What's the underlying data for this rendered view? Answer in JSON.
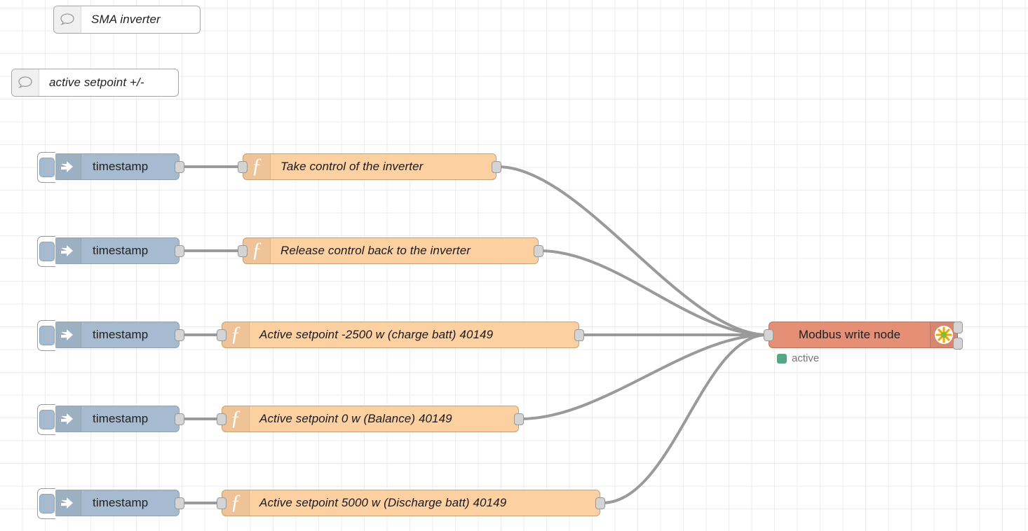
{
  "app": {
    "name": "Node-RED flow editor",
    "canvas_background": "#ffffff",
    "grid_color": "#ececec",
    "link_color": "#9a9a9a"
  },
  "palette": {
    "comment_color": "#ffffff",
    "inject_color": "#a6bbcf",
    "function_color": "#fdd0a2",
    "modbus_color": "#e58f77",
    "status_active_color": "#53a985"
  },
  "comments": [
    {
      "id": "comment-sma",
      "label": "SMA inverter",
      "icon": "comment-icon"
    },
    {
      "id": "comment-setpoint",
      "label": "active setpoint +/-",
      "icon": "comment-icon"
    }
  ],
  "inject_nodes": [
    {
      "id": "inject-1",
      "label": "timestamp",
      "icon": "inject-arrow-icon"
    },
    {
      "id": "inject-2",
      "label": "timestamp",
      "icon": "inject-arrow-icon"
    },
    {
      "id": "inject-3",
      "label": "timestamp",
      "icon": "inject-arrow-icon"
    },
    {
      "id": "inject-4",
      "label": "timestamp",
      "icon": "inject-arrow-icon"
    },
    {
      "id": "inject-5",
      "label": "timestamp",
      "icon": "inject-arrow-icon"
    }
  ],
  "function_nodes": [
    {
      "id": "fn-1",
      "label": "Take control of the inverter",
      "icon": "function-f-icon"
    },
    {
      "id": "fn-2",
      "label": "Release control back to the inverter",
      "icon": "function-f-icon"
    },
    {
      "id": "fn-3",
      "label": "Active setpoint -2500 w (charge batt) 40149",
      "icon": "function-f-icon"
    },
    {
      "id": "fn-4",
      "label": "Active setpoint 0 w (Balance) 40149",
      "icon": "function-f-icon"
    },
    {
      "id": "fn-5",
      "label": "Active setpoint 5000 w (Discharge batt) 40149",
      "icon": "function-f-icon"
    }
  ],
  "modbus_node": {
    "id": "modbus-write",
    "label": "Modbus write node",
    "icon": "modbus-gear-icon",
    "status": "active",
    "status_color": "#53a985",
    "outputs": 2
  }
}
